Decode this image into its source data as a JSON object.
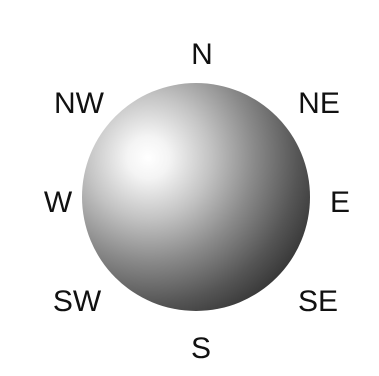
{
  "compass": {
    "n": "N",
    "ne": "NE",
    "e": "E",
    "se": "SE",
    "s": "S",
    "sw": "SW",
    "w": "W",
    "nw": "NW"
  },
  "colors": {
    "background": "#ffffff",
    "text": "#111111",
    "sphere_highlight": "#ffffff",
    "sphere_mid": "#a0a0a0",
    "sphere_shadow": "#3e3e3e"
  }
}
